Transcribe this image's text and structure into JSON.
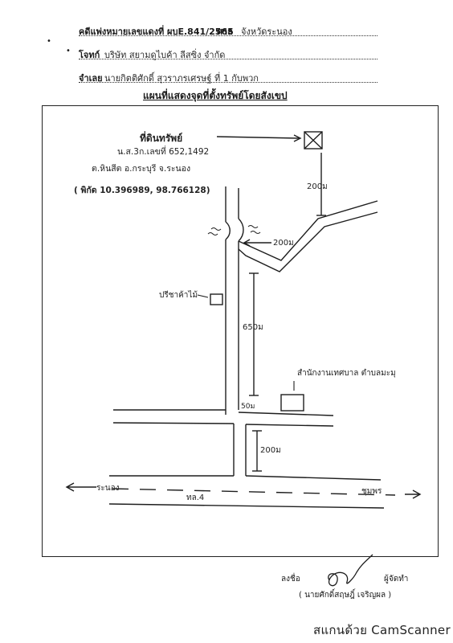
{
  "header": {
    "case_label": "คดีแพ่งหมายเลขแดงที่ ผบE.841/2565",
    "court_label": "ศาล",
    "court_value": "จังหวัดระนอง",
    "plaintiff_label": "โจทก์",
    "plaintiff_value": "บริษัท สยามดูไบค้า ลีสซิ่ง จำกัด",
    "defendant_label": "จำเลย",
    "defendant_value": "นายกิตติศักดิ์ สุวราภรเศรษฐ์ ที่ 1 กับพวก"
  },
  "title": "แผนที่แสดงจุดที่ตั้งทรัพย์โดยสังเขป",
  "map": {
    "property_label": "ที่ดินทรัพย์",
    "deed_line": "น.ส.3ก.เลขที่ 652,1492",
    "location_line": "ต.หินสีต อ.กระบุรี จ.ระนอง",
    "coords_line": "( พิกัด 10.396989, 98.766128)",
    "dist_top": "200ม",
    "dist_branch": "200ม",
    "dist_long": "650ม",
    "dist_junction": "50ม",
    "dist_lower": "200ม",
    "gas_station": "ปรีชาค้าไม้",
    "office_label": "สำนักงานเทศบาล ตำบลมะมุ",
    "road_left": "ระนอง",
    "road_right": "ชุมพร",
    "highway": "ทล.4"
  },
  "footer": {
    "sign_label": "ลงชื่อ",
    "role_label": "ผู้จัดทำ",
    "signer_name": "( นายศักดิ์สฤษฎิ์ เจริญผล )"
  },
  "watermark": "สแกนด้วย CamScanner"
}
